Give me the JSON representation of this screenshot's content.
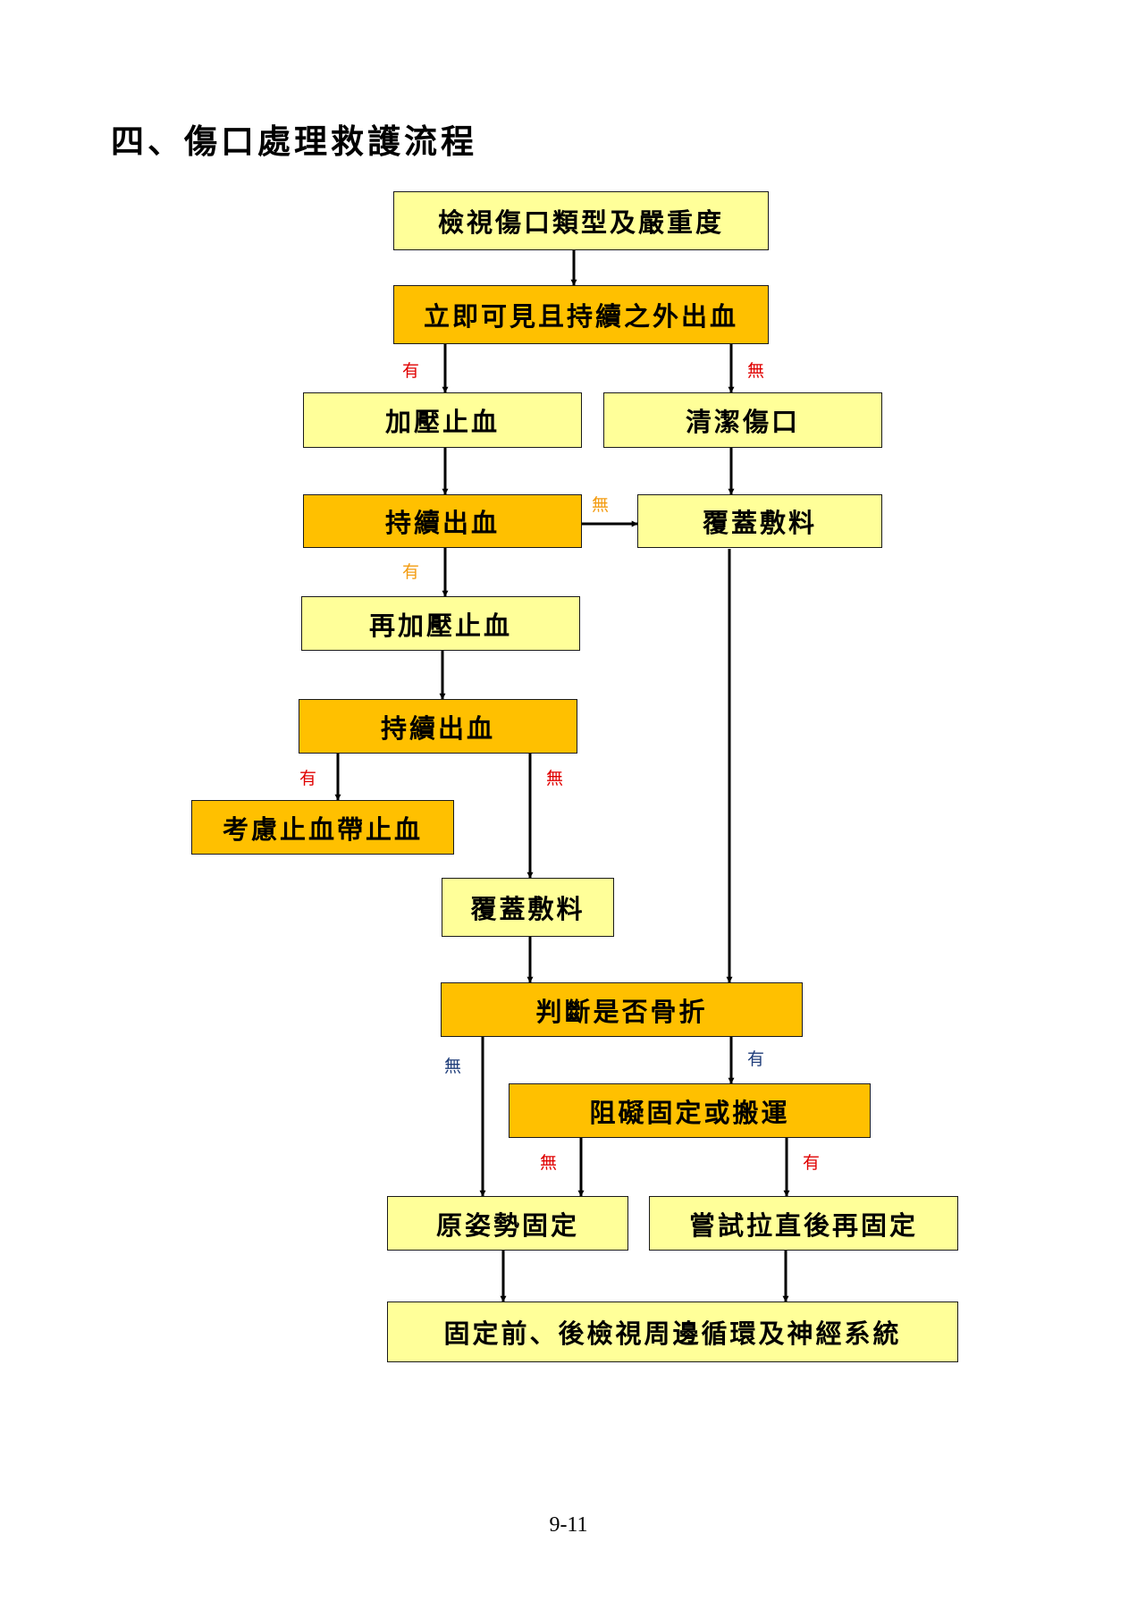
{
  "heading": "四、傷口處理救護流程",
  "nodes": {
    "inspect_wound": "檢視傷口類型及嚴重度",
    "external_bleeding": "立即可見且持續之外出血",
    "apply_pressure": "加壓止血",
    "clean_wound": "清潔傷口",
    "continued_bleeding_1": "持續出血",
    "dressing_1": "覆蓋敷料",
    "reapply_pressure": "再加壓止血",
    "continued_bleeding_2": "持續出血",
    "tourniquet": "考慮止血帶止血",
    "dressing_2": "覆蓋敷料",
    "fracture_check": "判斷是否骨折",
    "obstructs_transport": "阻礙固定或搬運",
    "splint_in_place": "原姿勢固定",
    "straighten_splint": "嘗試拉直後再固定",
    "check_circulation": "固定前、後檢視周邊循環及神經系統"
  },
  "edge_labels": {
    "yes": "有",
    "no": "無"
  },
  "colors": {
    "light_box": "#ffff99",
    "orange_box": "#ffc000",
    "label_red": "#e00000",
    "label_amber": "#f39c12",
    "label_blue": "#1f3d7a"
  },
  "page_number": "9-11"
}
